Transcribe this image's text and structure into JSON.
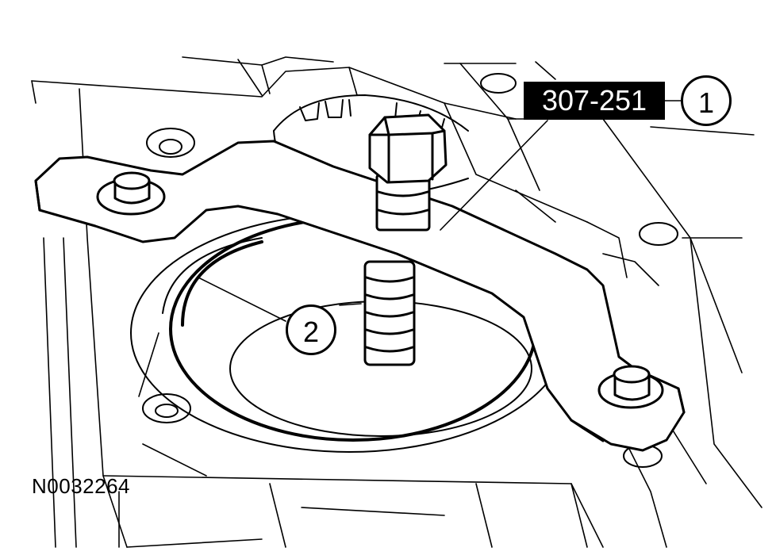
{
  "diagram": {
    "tool_number": "307-251",
    "callouts": [
      "1",
      "2"
    ],
    "figure_id": "N0032264"
  }
}
